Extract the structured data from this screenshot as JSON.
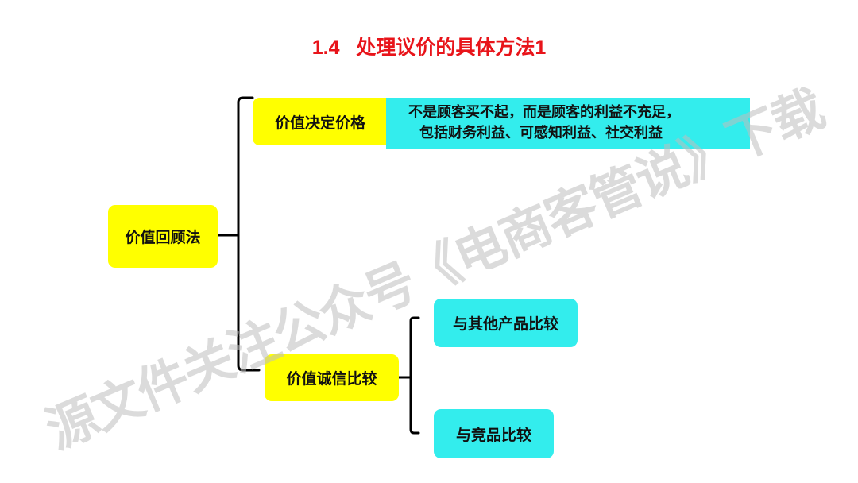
{
  "title": "1.4   处理议价的具体方法1",
  "root": {
    "label": "价值回顾法"
  },
  "branches": [
    {
      "label": "价值决定价格",
      "description": [
        "不是顾客买不起，而是顾客的利益不充足，",
        "包括财务利益、可感知利益、社交利益"
      ]
    },
    {
      "label": "价值诚信比较",
      "children": [
        {
          "label": "与其他产品比较"
        },
        {
          "label": "与竞品比较"
        }
      ]
    }
  ],
  "watermark": "源文件关注公众号《电商客管说》下载",
  "colors": {
    "title": "#e8141a",
    "primary_node": "#ffff00",
    "secondary_node": "#33eded",
    "connector": "#000000"
  }
}
